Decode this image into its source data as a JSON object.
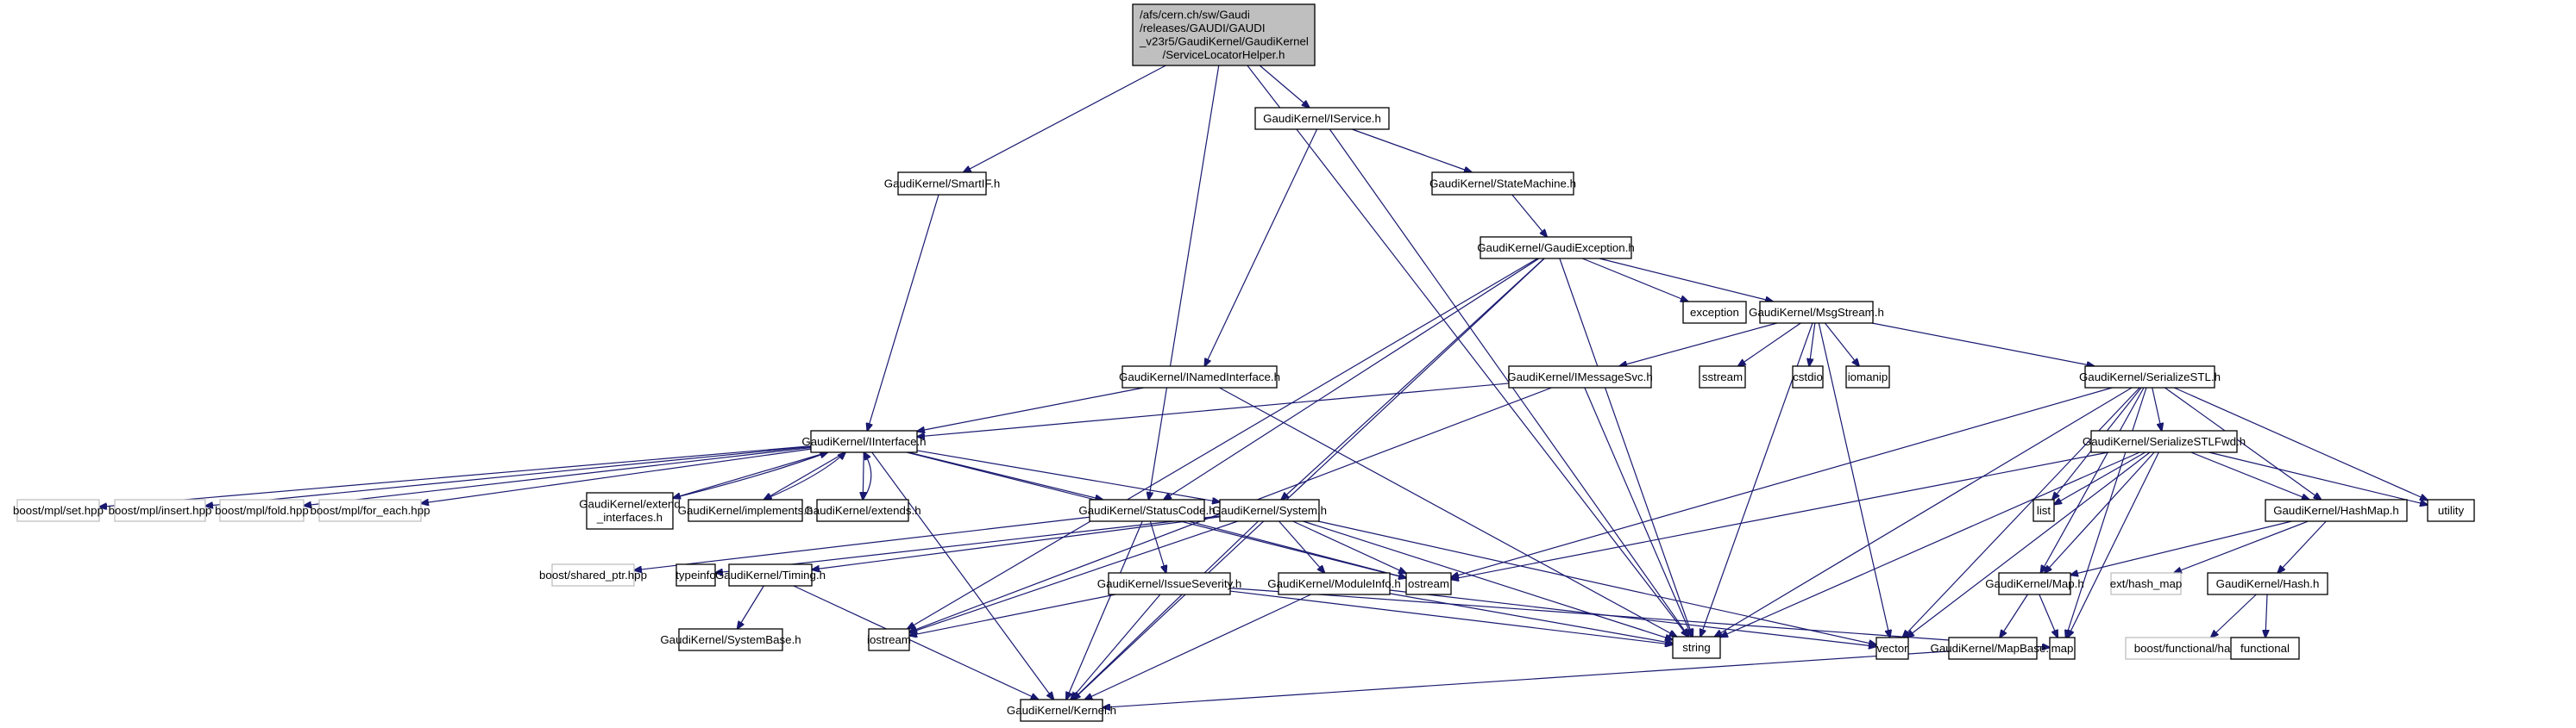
{
  "diagram": {
    "title": "Include dependency graph for ServiceLocatorHelper.h",
    "edge_color": "#191970",
    "root_fill": "#bfbfbf",
    "external_stroke": "#bfbfbf",
    "nodes": [
      {
        "id": "root",
        "lines": [
          "/afs/cern.ch/sw/Gaudi",
          "/releases/GAUDI/GAUDI",
          "_v23r5/GaudiKernel/GaudiKernel",
          "/ServiceLocatorHelper.h"
        ],
        "kind": "root"
      },
      {
        "id": "IService",
        "lines": [
          "GaudiKernel/IService.h"
        ],
        "kind": "local"
      },
      {
        "id": "SmartIF",
        "lines": [
          "GaudiKernel/SmartIF.h"
        ],
        "kind": "local"
      },
      {
        "id": "StateMachine",
        "lines": [
          "GaudiKernel/StateMachine.h"
        ],
        "kind": "local"
      },
      {
        "id": "GaudiException",
        "lines": [
          "GaudiKernel/GaudiException.h"
        ],
        "kind": "local"
      },
      {
        "id": "exception",
        "lines": [
          "exception"
        ],
        "kind": "local"
      },
      {
        "id": "MsgStream",
        "lines": [
          "GaudiKernel/MsgStream.h"
        ],
        "kind": "local"
      },
      {
        "id": "INamedInterface",
        "lines": [
          "GaudiKernel/INamedInterface.h"
        ],
        "kind": "local"
      },
      {
        "id": "IMessageSvc",
        "lines": [
          "GaudiKernel/IMessageSvc.h"
        ],
        "kind": "local"
      },
      {
        "id": "sstream",
        "lines": [
          "sstream"
        ],
        "kind": "local"
      },
      {
        "id": "cstdio",
        "lines": [
          "cstdio"
        ],
        "kind": "local"
      },
      {
        "id": "iomanip",
        "lines": [
          "iomanip"
        ],
        "kind": "local"
      },
      {
        "id": "SerializeSTL",
        "lines": [
          "GaudiKernel/SerializeSTL.h"
        ],
        "kind": "local"
      },
      {
        "id": "IInterface",
        "lines": [
          "GaudiKernel/IInterface.h"
        ],
        "kind": "local"
      },
      {
        "id": "SerializeSTLFwd",
        "lines": [
          "GaudiKernel/SerializeSTLFwd.h"
        ],
        "kind": "local"
      },
      {
        "id": "mpl_set",
        "lines": [
          "boost/mpl/set.hpp"
        ],
        "kind": "external"
      },
      {
        "id": "mpl_insert",
        "lines": [
          "boost/mpl/insert.hpp"
        ],
        "kind": "external"
      },
      {
        "id": "mpl_fold",
        "lines": [
          "boost/mpl/fold.hpp"
        ],
        "kind": "external"
      },
      {
        "id": "mpl_for_each",
        "lines": [
          "boost/mpl/for_each.hpp"
        ],
        "kind": "external"
      },
      {
        "id": "extend_interfaces",
        "lines": [
          "GaudiKernel/extend",
          "_interfaces.h"
        ],
        "kind": "local"
      },
      {
        "id": "implements",
        "lines": [
          "GaudiKernel/implements.h"
        ],
        "kind": "local"
      },
      {
        "id": "extends",
        "lines": [
          "GaudiKernel/extends.h"
        ],
        "kind": "local"
      },
      {
        "id": "StatusCode",
        "lines": [
          "GaudiKernel/StatusCode.h"
        ],
        "kind": "local"
      },
      {
        "id": "System",
        "lines": [
          "GaudiKernel/System.h"
        ],
        "kind": "local"
      },
      {
        "id": "list",
        "lines": [
          "list"
        ],
        "kind": "local"
      },
      {
        "id": "HashMap",
        "lines": [
          "GaudiKernel/HashMap.h"
        ],
        "kind": "local"
      },
      {
        "id": "utility",
        "lines": [
          "utility"
        ],
        "kind": "local"
      },
      {
        "id": "shared_ptr",
        "lines": [
          "boost/shared_ptr.hpp"
        ],
        "kind": "external"
      },
      {
        "id": "typeinfo",
        "lines": [
          "typeinfo"
        ],
        "kind": "local"
      },
      {
        "id": "Timing",
        "lines": [
          "GaudiKernel/Timing.h"
        ],
        "kind": "local"
      },
      {
        "id": "ostream",
        "lines": [
          "ostream"
        ],
        "kind": "local"
      },
      {
        "id": "IssueSeverity",
        "lines": [
          "GaudiKernel/IssueSeverity.h"
        ],
        "kind": "local"
      },
      {
        "id": "ModuleInfo",
        "lines": [
          "GaudiKernel/ModuleInfo.h"
        ],
        "kind": "local"
      },
      {
        "id": "Map",
        "lines": [
          "GaudiKernel/Map.h"
        ],
        "kind": "local"
      },
      {
        "id": "ext_hash_map",
        "lines": [
          "ext/hash_map"
        ],
        "kind": "external"
      },
      {
        "id": "Hash",
        "lines": [
          "GaudiKernel/Hash.h"
        ],
        "kind": "local"
      },
      {
        "id": "SystemBase",
        "lines": [
          "GaudiKernel/SystemBase.h"
        ],
        "kind": "local"
      },
      {
        "id": "iostream",
        "lines": [
          "iostream"
        ],
        "kind": "local"
      },
      {
        "id": "string",
        "lines": [
          "string"
        ],
        "kind": "local"
      },
      {
        "id": "vector",
        "lines": [
          "vector"
        ],
        "kind": "local"
      },
      {
        "id": "MapBase",
        "lines": [
          "GaudiKernel/MapBase.h"
        ],
        "kind": "local"
      },
      {
        "id": "map",
        "lines": [
          "map"
        ],
        "kind": "local"
      },
      {
        "id": "boost_hash",
        "lines": [
          "boost/functional/hash.hpp"
        ],
        "kind": "external"
      },
      {
        "id": "functional",
        "lines": [
          "functional"
        ],
        "kind": "local"
      },
      {
        "id": "Kernel",
        "lines": [
          "GaudiKernel/Kernel.h"
        ],
        "kind": "local"
      }
    ],
    "edges": [
      [
        "root",
        "IService"
      ],
      [
        "root",
        "SmartIF"
      ],
      [
        "root",
        "StatusCode"
      ],
      [
        "root",
        "string"
      ],
      [
        "IService",
        "StateMachine"
      ],
      [
        "IService",
        "INamedInterface"
      ],
      [
        "IService",
        "string"
      ],
      [
        "SmartIF",
        "IInterface"
      ],
      [
        "StateMachine",
        "GaudiException"
      ],
      [
        "GaudiException",
        "exception"
      ],
      [
        "GaudiException",
        "MsgStream"
      ],
      [
        "GaudiException",
        "StatusCode"
      ],
      [
        "GaudiException",
        "System"
      ],
      [
        "GaudiException",
        "string"
      ],
      [
        "GaudiException",
        "iostream"
      ],
      [
        "GaudiException",
        "Kernel"
      ],
      [
        "MsgStream",
        "IMessageSvc"
      ],
      [
        "MsgStream",
        "sstream"
      ],
      [
        "MsgStream",
        "cstdio"
      ],
      [
        "MsgStream",
        "iomanip"
      ],
      [
        "MsgStream",
        "SerializeSTL"
      ],
      [
        "MsgStream",
        "string"
      ],
      [
        "MsgStream",
        "vector"
      ],
      [
        "INamedInterface",
        "IInterface"
      ],
      [
        "INamedInterface",
        "string"
      ],
      [
        "IMessageSvc",
        "IInterface"
      ],
      [
        "IMessageSvc",
        "string"
      ],
      [
        "IMessageSvc",
        "iostream"
      ],
      [
        "IInterface",
        "mpl_set"
      ],
      [
        "IInterface",
        "mpl_insert"
      ],
      [
        "IInterface",
        "mpl_fold"
      ],
      [
        "IInterface",
        "mpl_for_each"
      ],
      [
        "IInterface",
        "extend_interfaces"
      ],
      [
        "IInterface",
        "implements"
      ],
      [
        "IInterface",
        "extends"
      ],
      [
        "IInterface",
        "StatusCode"
      ],
      [
        "IInterface",
        "System"
      ],
      [
        "IInterface",
        "ostream"
      ],
      [
        "IInterface",
        "Kernel"
      ],
      [
        "extend_interfaces",
        "IInterface"
      ],
      [
        "implements",
        "IInterface"
      ],
      [
        "extends",
        "IInterface"
      ],
      [
        "StatusCode",
        "shared_ptr"
      ],
      [
        "StatusCode",
        "IssueSeverity"
      ],
      [
        "StatusCode",
        "ostream"
      ],
      [
        "StatusCode",
        "Kernel"
      ],
      [
        "System",
        "typeinfo"
      ],
      [
        "System",
        "Timing"
      ],
      [
        "System",
        "ModuleInfo"
      ],
      [
        "System",
        "ostream"
      ],
      [
        "System",
        "string"
      ],
      [
        "System",
        "vector"
      ],
      [
        "System",
        "Kernel"
      ],
      [
        "System",
        "iostream"
      ],
      [
        "Timing",
        "SystemBase"
      ],
      [
        "Timing",
        "Kernel"
      ],
      [
        "IssueSeverity",
        "iostream"
      ],
      [
        "IssueSeverity",
        "Kernel"
      ],
      [
        "IssueSeverity",
        "string"
      ],
      [
        "IssueSeverity",
        "map"
      ],
      [
        "ModuleInfo",
        "Kernel"
      ],
      [
        "ModuleInfo",
        "string"
      ],
      [
        "ModuleInfo",
        "vector"
      ],
      [
        "SerializeSTL",
        "SerializeSTLFwd"
      ],
      [
        "SerializeSTL",
        "list"
      ],
      [
        "SerializeSTL",
        "HashMap"
      ],
      [
        "SerializeSTL",
        "utility"
      ],
      [
        "SerializeSTL",
        "Map"
      ],
      [
        "SerializeSTL",
        "map"
      ],
      [
        "SerializeSTL",
        "vector"
      ],
      [
        "SerializeSTL",
        "ostream"
      ],
      [
        "SerializeSTL",
        "string"
      ],
      [
        "SerializeSTLFwd",
        "list"
      ],
      [
        "SerializeSTLFwd",
        "HashMap"
      ],
      [
        "SerializeSTLFwd",
        "utility"
      ],
      [
        "SerializeSTLFwd",
        "Map"
      ],
      [
        "SerializeSTLFwd",
        "map"
      ],
      [
        "SerializeSTLFwd",
        "vector"
      ],
      [
        "SerializeSTLFwd",
        "ostream"
      ],
      [
        "SerializeSTLFwd",
        "string"
      ],
      [
        "HashMap",
        "Map"
      ],
      [
        "HashMap",
        "ext_hash_map"
      ],
      [
        "HashMap",
        "Hash"
      ],
      [
        "Map",
        "MapBase"
      ],
      [
        "Map",
        "map"
      ],
      [
        "MapBase",
        "Kernel"
      ],
      [
        "Hash",
        "boost_hash"
      ],
      [
        "Hash",
        "functional"
      ]
    ]
  }
}
